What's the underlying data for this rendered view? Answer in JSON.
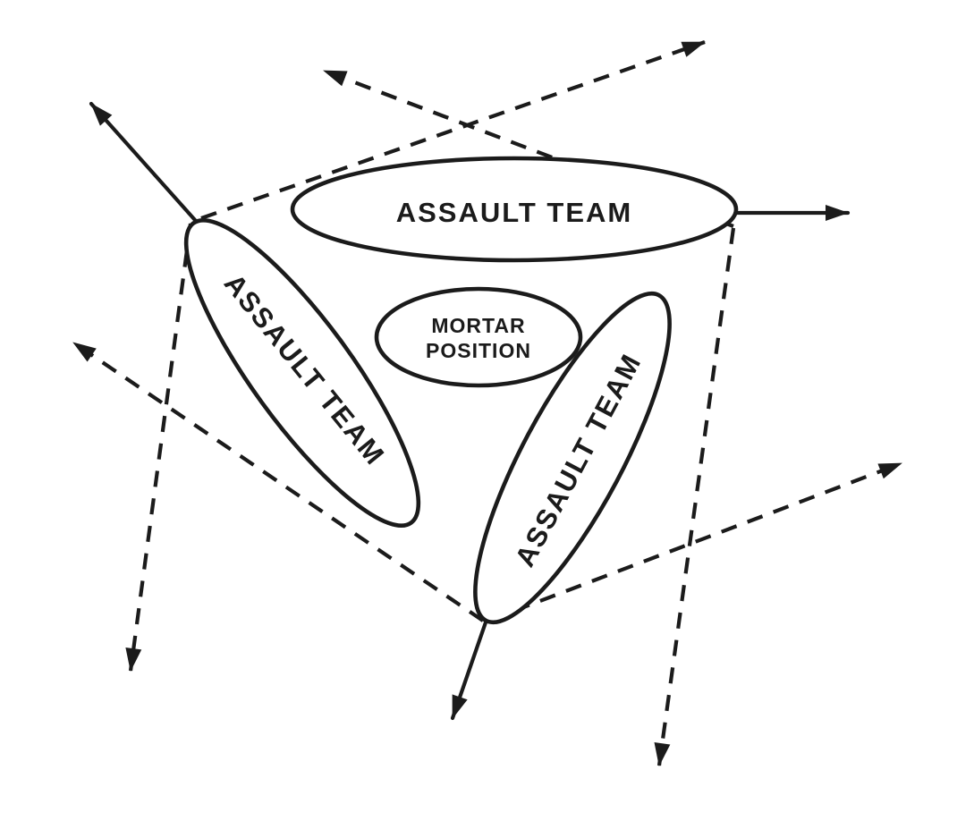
{
  "diagram": {
    "labels": {
      "team_top": "ASSAULT TEAM",
      "team_left": "ASSAULT TEAM",
      "team_right": "ASSAULT TEAM",
      "mortar_line1": "MORTAR",
      "mortar_line2": "POSITION"
    },
    "colors": {
      "ink": "#1b1b1b",
      "background": "#ffffff"
    }
  }
}
